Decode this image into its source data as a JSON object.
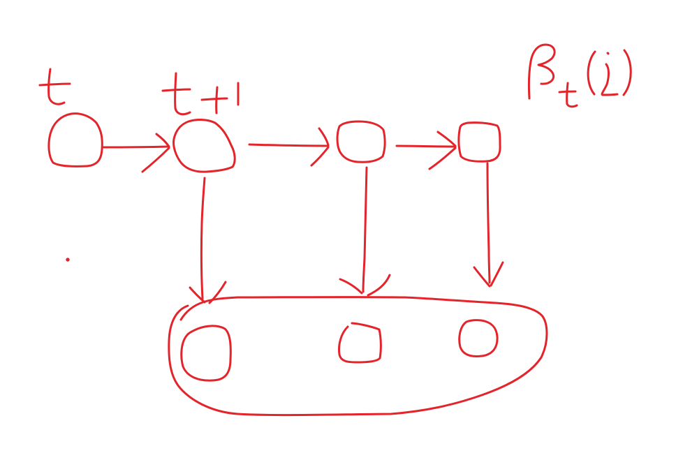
{
  "diagram": {
    "ink_color": "#e3242b",
    "background": "#ffffff",
    "labels": {
      "t": "t",
      "t_plus_1": "t+1",
      "beta": "β_t(j)"
    },
    "nodes": [
      {
        "id": "state-t",
        "kind": "hidden-state"
      },
      {
        "id": "state-t1",
        "kind": "hidden-state"
      },
      {
        "id": "state-t2",
        "kind": "hidden-state"
      },
      {
        "id": "state-t3",
        "kind": "hidden-state"
      },
      {
        "id": "obs-1",
        "kind": "observation"
      },
      {
        "id": "obs-2",
        "kind": "observation"
      },
      {
        "id": "obs-3",
        "kind": "observation"
      }
    ],
    "edges": [
      {
        "from": "state-t",
        "to": "state-t1"
      },
      {
        "from": "state-t1",
        "to": "state-t2"
      },
      {
        "from": "state-t2",
        "to": "state-t3"
      },
      {
        "from": "state-t1",
        "to": "observation-group"
      },
      {
        "from": "state-t2",
        "to": "observation-group"
      },
      {
        "from": "state-t3",
        "to": "observation-group"
      }
    ],
    "groups": [
      {
        "id": "observation-group",
        "members": [
          "obs-1",
          "obs-2",
          "obs-3"
        ]
      }
    ]
  }
}
